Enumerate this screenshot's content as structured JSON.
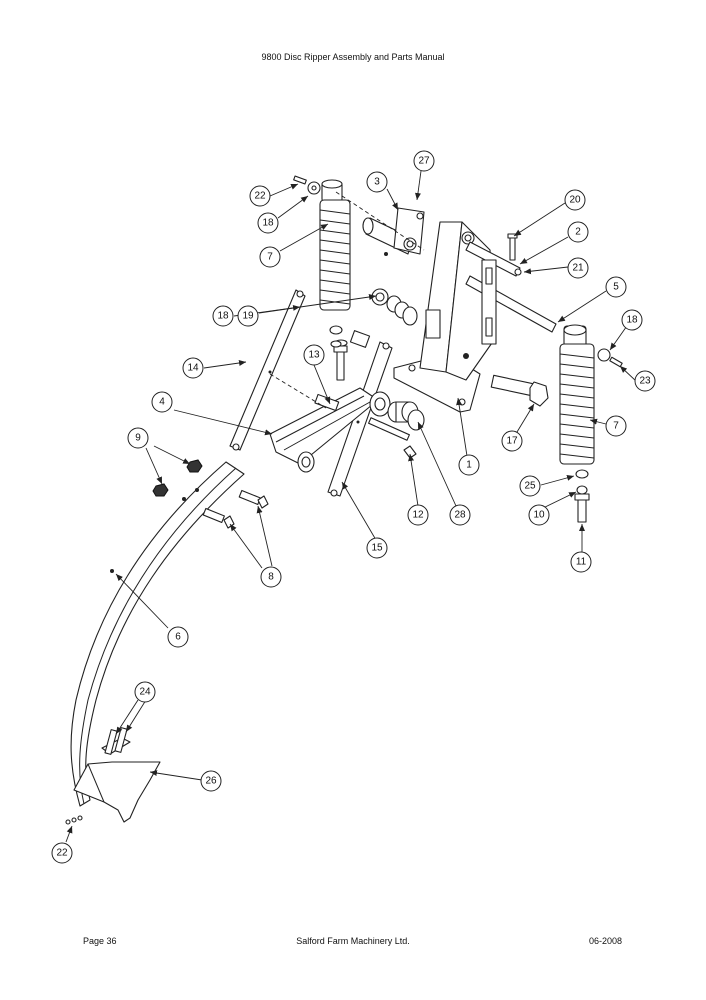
{
  "header": {
    "title": "9800 Disc Ripper Assembly and Parts Manual"
  },
  "footer": {
    "page": "Page 36",
    "company": "Salford Farm Machinery Ltd.",
    "date": "06-2008"
  },
  "callouts": [
    "1",
    "2",
    "3",
    "4",
    "5",
    "6",
    "7",
    "7",
    "8",
    "9",
    "10",
    "11",
    "12",
    "13",
    "14",
    "15",
    "17",
    "18",
    "18",
    "18",
    "19",
    "20",
    "21",
    "22",
    "22",
    "23",
    "24",
    "25",
    "26",
    "27",
    "28"
  ]
}
